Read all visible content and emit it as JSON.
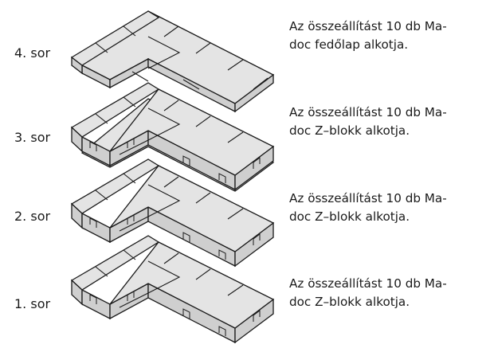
{
  "rows": [
    {
      "label": "4. sor",
      "desc_line1": "Az összeállítást 10 db Ma-",
      "desc_line2": "doc fedőlap alkotja."
    },
    {
      "label": "3. sor",
      "desc_line1": "Az összeállítást 10 db Ma-",
      "desc_line2": "doc Z–blokk alkotja."
    },
    {
      "label": "2. sor",
      "desc_line1": "Az összeállítást 10 db Ma-",
      "desc_line2": "doc Z–blokk alkotja."
    },
    {
      "label": "1. sor",
      "desc_line1": "Az összeállítást 10 db Ma-",
      "desc_line2": "doc Z–blokk alkotja."
    }
  ],
  "colors": {
    "block_fill": "#e4e4e4",
    "block_side": "#cfcfcf",
    "stroke": "#1a1a1a"
  }
}
